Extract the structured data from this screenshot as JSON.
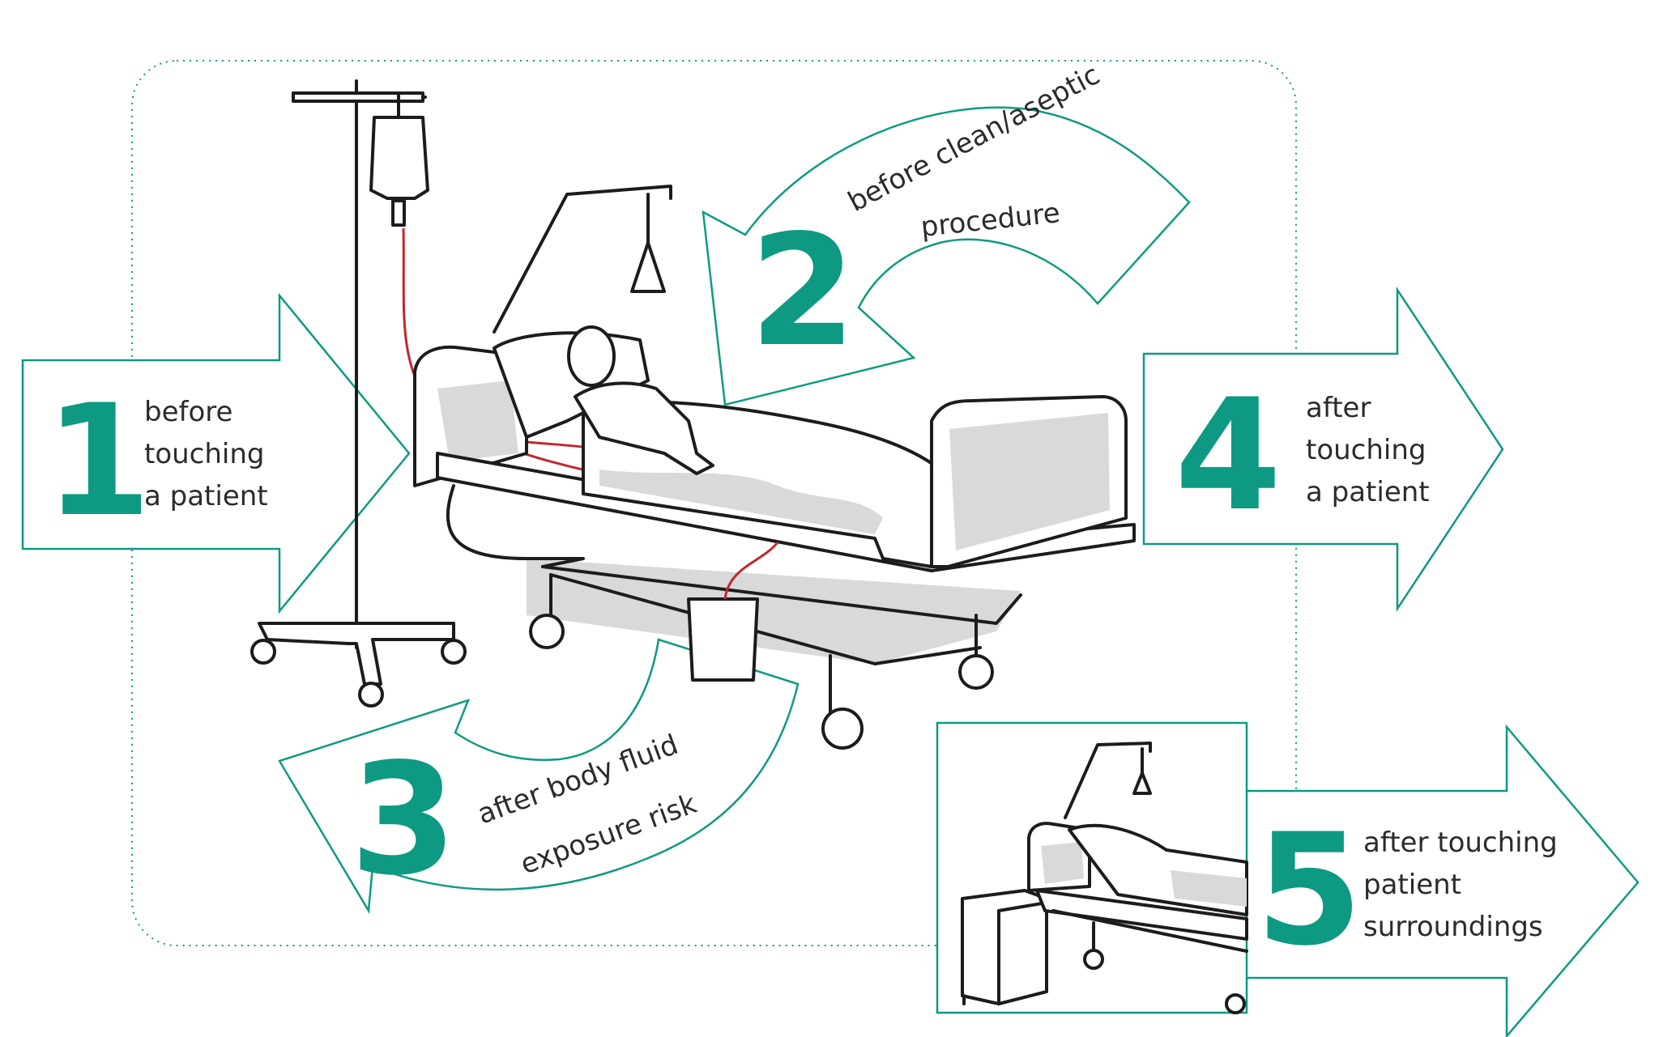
{
  "colors": {
    "accent": "#0e9a82",
    "text": "#2b2b2b",
    "line": "#1c1c1c",
    "tube": "#c0272d"
  },
  "moments": [
    {
      "number": "1",
      "lines": [
        "before",
        "touching",
        "a patient"
      ]
    },
    {
      "number": "2",
      "lines": [
        "before clean/aseptic",
        "procedure"
      ]
    },
    {
      "number": "3",
      "lines": [
        "after body fluid",
        "exposure risk"
      ]
    },
    {
      "number": "4",
      "lines": [
        "after",
        "touching",
        "a patient"
      ]
    },
    {
      "number": "5",
      "lines": [
        "after touching",
        "patient",
        "surroundings"
      ]
    }
  ]
}
